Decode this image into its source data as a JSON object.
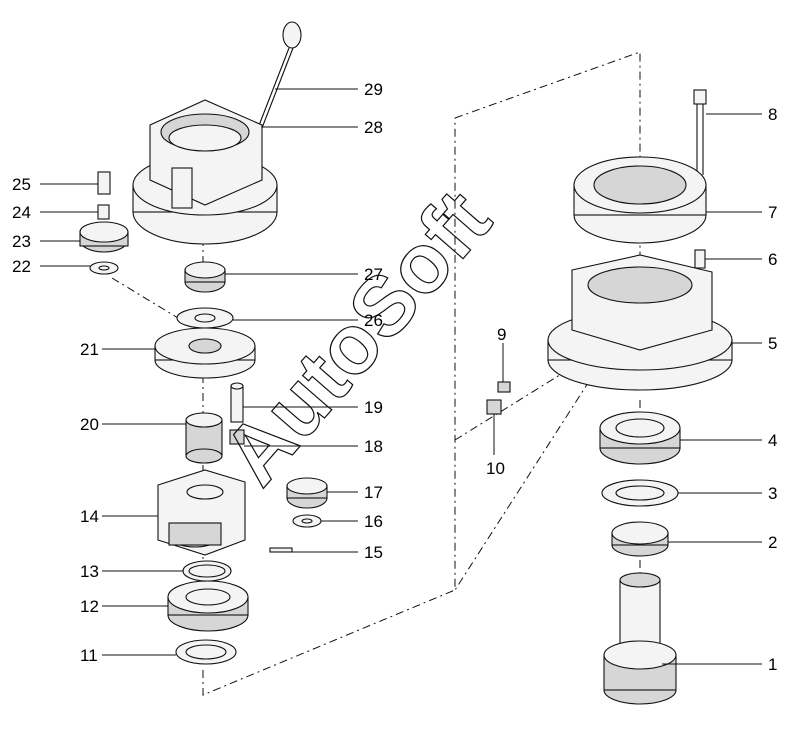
{
  "diagram": {
    "watermark": "AutoSoft",
    "callouts": [
      {
        "id": "1",
        "label": "1"
      },
      {
        "id": "2",
        "label": "2"
      },
      {
        "id": "3",
        "label": "3"
      },
      {
        "id": "4",
        "label": "4"
      },
      {
        "id": "5",
        "label": "5"
      },
      {
        "id": "6",
        "label": "6"
      },
      {
        "id": "7",
        "label": "7"
      },
      {
        "id": "8",
        "label": "8"
      },
      {
        "id": "9",
        "label": "9"
      },
      {
        "id": "10",
        "label": "10"
      },
      {
        "id": "11",
        "label": "11"
      },
      {
        "id": "12",
        "label": "12"
      },
      {
        "id": "13",
        "label": "13"
      },
      {
        "id": "14",
        "label": "14"
      },
      {
        "id": "15",
        "label": "15"
      },
      {
        "id": "16",
        "label": "16"
      },
      {
        "id": "17",
        "label": "17"
      },
      {
        "id": "18",
        "label": "18"
      },
      {
        "id": "19",
        "label": "19"
      },
      {
        "id": "20",
        "label": "20"
      },
      {
        "id": "21",
        "label": "21"
      },
      {
        "id": "22",
        "label": "22"
      },
      {
        "id": "23",
        "label": "23"
      },
      {
        "id": "24",
        "label": "24"
      },
      {
        "id": "25",
        "label": "25"
      },
      {
        "id": "26",
        "label": "26"
      },
      {
        "id": "27",
        "label": "27"
      },
      {
        "id": "28",
        "label": "28"
      },
      {
        "id": "29",
        "label": "29"
      }
    ]
  }
}
